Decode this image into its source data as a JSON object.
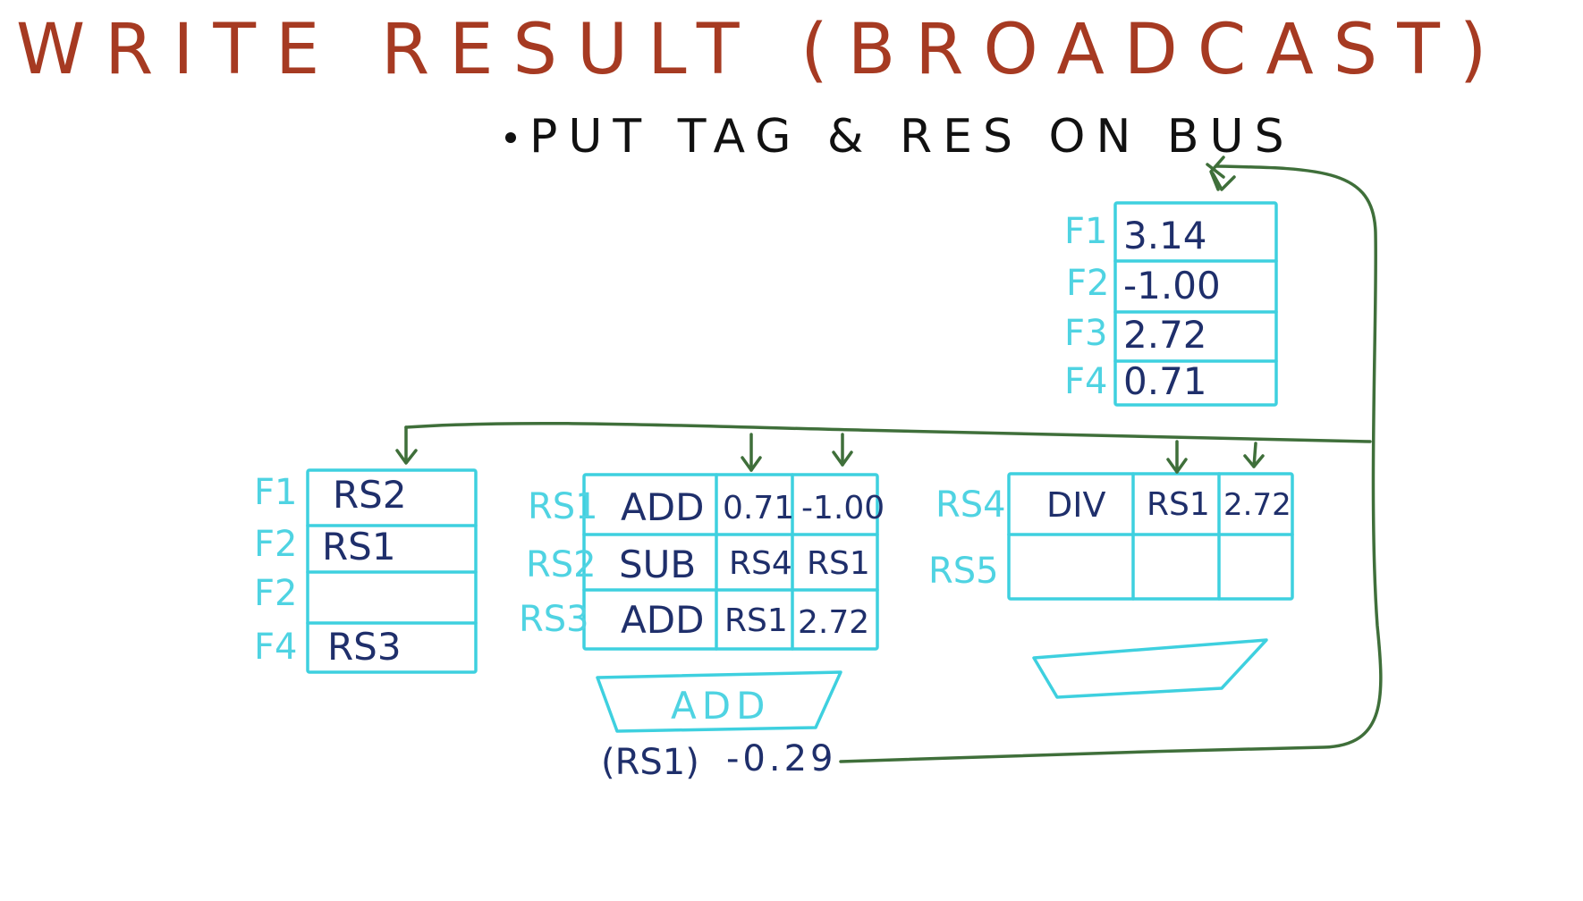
{
  "title": "WRITE RESULT (BROADCAST)",
  "bullet": "PUT TAG & RES ON BUS",
  "register_file": {
    "rows": [
      {
        "label": "F1",
        "value": "3.14"
      },
      {
        "label": "F2",
        "value": "-1.00"
      },
      {
        "label": "F3",
        "value": "2.72"
      },
      {
        "label": "F4",
        "value": "0.71"
      }
    ]
  },
  "rat": {
    "rows": [
      {
        "label": "F1",
        "value": "RS2"
      },
      {
        "label": "F2",
        "value": "RS1"
      },
      {
        "label": "F2",
        "value": ""
      },
      {
        "label": "F4",
        "value": "RS3"
      }
    ]
  },
  "add_rs": {
    "rows": [
      {
        "label": "RS1",
        "op": "ADD",
        "v1": "0.71",
        "v2": "-1.00"
      },
      {
        "label": "RS2",
        "op": "SUB",
        "v1": "RS4",
        "v2": "RS1"
      },
      {
        "label": "RS3",
        "op": "ADD",
        "v1": "RS1",
        "v2": "2.72"
      }
    ],
    "unit_label": "ADD"
  },
  "mul_rs": {
    "rows": [
      {
        "label": "RS4",
        "op": "DIV",
        "v1": "RS1",
        "v2": "2.72"
      },
      {
        "label": "RS5",
        "op": "",
        "v1": "",
        "v2": ""
      }
    ]
  },
  "result": {
    "tag": "(RS1)",
    "value": "-0.29"
  },
  "colors": {
    "title": "#a63a22",
    "text": "#111111",
    "structure": "#3ed0df",
    "values": "#1f2f6b",
    "bus": "#3f6f3a"
  }
}
